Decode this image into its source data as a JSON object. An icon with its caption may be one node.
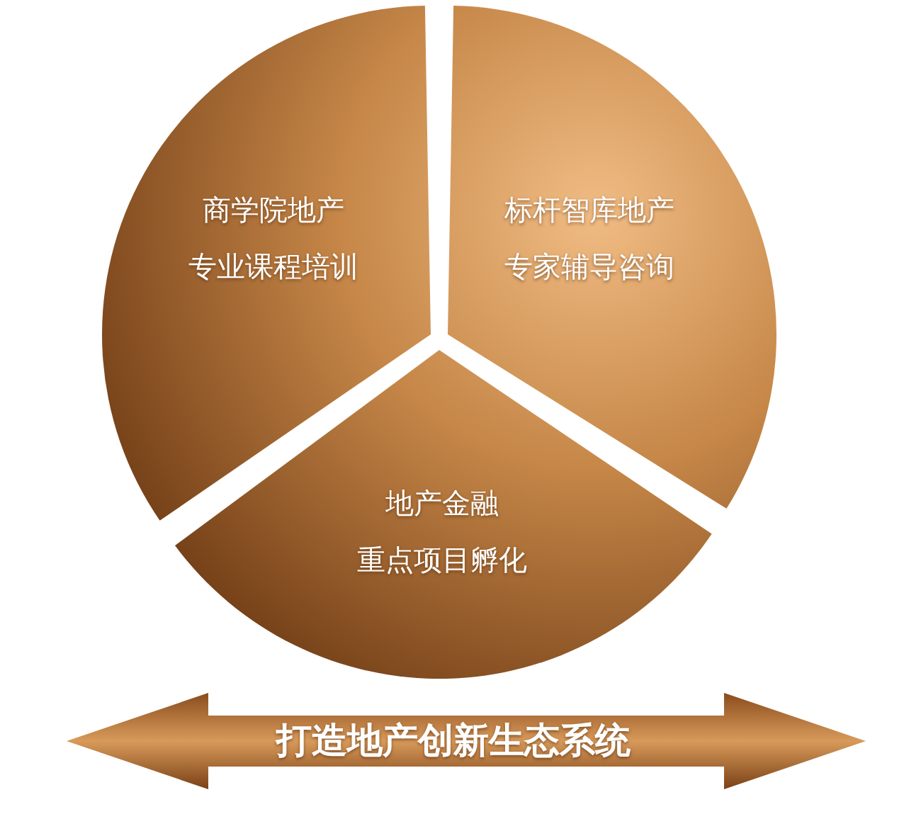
{
  "diagram": {
    "nodes": [
      {
        "text": [
          "商学院地产",
          "专业课程培训"
        ]
      },
      {
        "text": [
          "标杆智库地产",
          "专家辅导咨询"
        ]
      },
      {
        "text": [
          "地产金融",
          "重点项目孵化"
        ]
      },
      {
        "text": [
          "打造地产创新生态系统"
        ]
      }
    ]
  }
}
